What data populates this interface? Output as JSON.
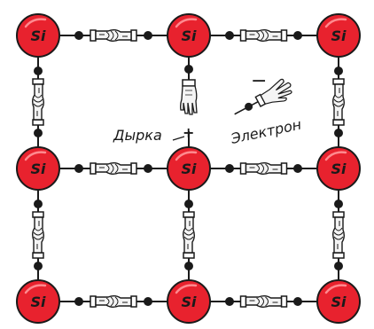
{
  "atom_symbol": "Si",
  "labels": {
    "hole": "Дырка",
    "hole_sign": "+",
    "electron": "Электрон",
    "electron_sign": "−"
  },
  "colors": {
    "atom_fill": "#e8222e",
    "atom_outline": "#1a1a1a",
    "bond_line": "#1a1a1a",
    "electron_dot": "#1a1a1a",
    "background": "#ffffff"
  },
  "lattice": {
    "rows": 3,
    "cols": 3,
    "broken_bond": "row-1-vertical-col-2"
  },
  "icons": {
    "bond": "handshake-icon",
    "free_hand": "open-hand-icon",
    "electron_hand": "pointing-hand-icon"
  }
}
